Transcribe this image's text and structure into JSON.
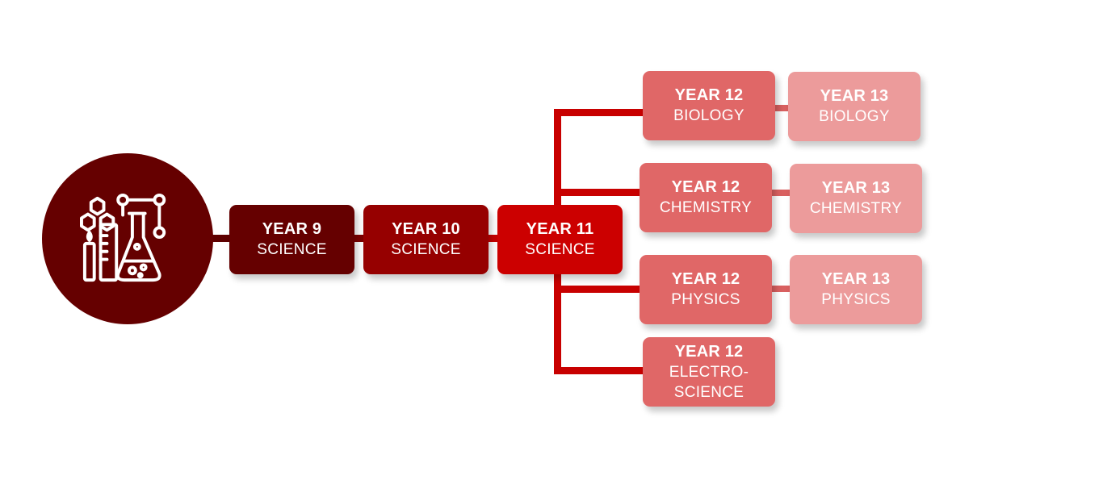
{
  "diagram": {
    "colors": {
      "hub": "#650000",
      "year9": "#650000",
      "year10": "#960000",
      "year11": "#cc0000",
      "year12": "#e06767",
      "year13": "#ec9b9b",
      "connector": "#c80000"
    },
    "hub_icon": "science-lab-icon",
    "main_path": [
      {
        "year": "YEAR 9",
        "subject": "SCIENCE"
      },
      {
        "year": "YEAR 10",
        "subject": "SCIENCE"
      },
      {
        "year": "YEAR 11",
        "subject": "SCIENCE"
      }
    ],
    "branches": [
      {
        "year12": {
          "year": "YEAR 12",
          "subject": "BIOLOGY"
        },
        "year13": {
          "year": "YEAR 13",
          "subject": "BIOLOGY"
        }
      },
      {
        "year12": {
          "year": "YEAR 12",
          "subject": "CHEMISTRY"
        },
        "year13": {
          "year": "YEAR 13",
          "subject": "CHEMISTRY"
        }
      },
      {
        "year12": {
          "year": "YEAR 12",
          "subject": "PHYSICS"
        },
        "year13": {
          "year": "YEAR 13",
          "subject": "PHYSICS"
        }
      },
      {
        "year12": {
          "year": "YEAR 12",
          "subject": "ELECTRO-\nSCIENCE"
        }
      }
    ]
  }
}
